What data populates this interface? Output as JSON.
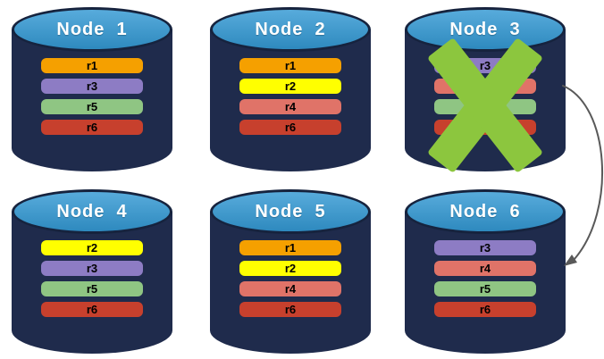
{
  "diagram": {
    "type": "database-replication-nodes",
    "colors": {
      "cylinder_body": "#1F2B4C",
      "cylinder_outline": "#16233E",
      "cylinder_top": "#3399D4",
      "failure_x": "#8CC63E",
      "arrow": "#595959",
      "replica_colors": {
        "r1": "#F5A000",
        "r2": "#FFFF00",
        "r3": "#8D7CC4",
        "r4": "#E07368",
        "r5": "#8FC583",
        "r6": "#C7402D"
      }
    },
    "nodes": [
      {
        "id": "node-1",
        "label": "Node  1",
        "replicas": [
          "r1",
          "r3",
          "r5",
          "r6"
        ],
        "failed": false
      },
      {
        "id": "node-2",
        "label": "Node  2",
        "replicas": [
          "r1",
          "r2",
          "r4",
          "r6"
        ],
        "failed": false
      },
      {
        "id": "node-3",
        "label": "Node  3",
        "replicas": [
          "r3",
          "r4",
          "r5",
          "r6"
        ],
        "failed": true
      },
      {
        "id": "node-4",
        "label": "Node  4",
        "replicas": [
          "r2",
          "r3",
          "r5",
          "r6"
        ],
        "failed": false
      },
      {
        "id": "node-5",
        "label": "Node  5",
        "replicas": [
          "r1",
          "r2",
          "r4",
          "r6"
        ],
        "failed": false
      },
      {
        "id": "node-6",
        "label": "Node  6",
        "replicas": [
          "r3",
          "r4",
          "r5",
          "r6"
        ],
        "failed": false
      }
    ],
    "arrow": {
      "from": "node-3",
      "to": "node-6"
    }
  }
}
